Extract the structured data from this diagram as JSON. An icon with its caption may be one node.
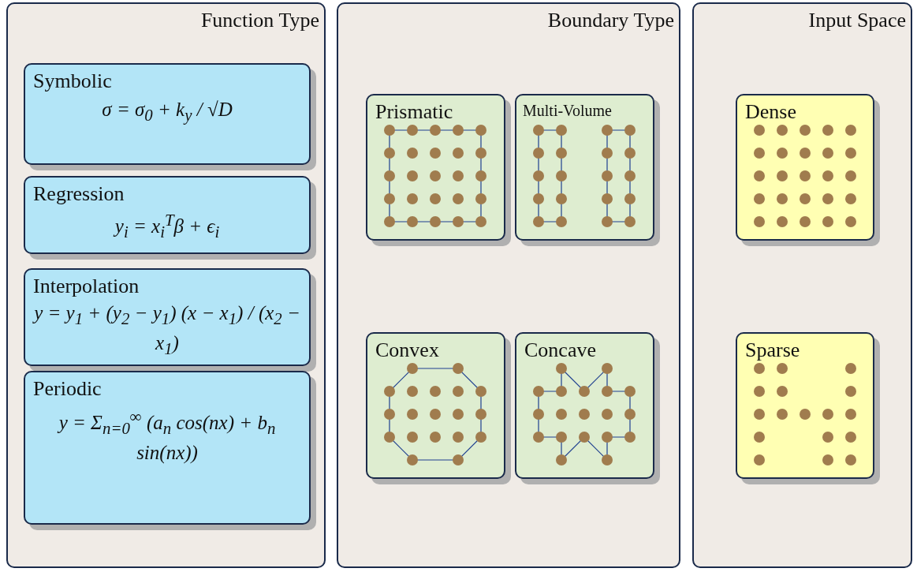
{
  "diagram": {
    "nodes": [
      {
        "text": [
          "Function Type"
        ]
      },
      {
        "text": [
          "Symbolic",
          "σ = σ$_{0}$ + k$_{y}$ / √D"
        ],
        "in": 0
      },
      {
        "text": [
          "Regression",
          "y$_{i}$ = x$_{i}$$^{T}$β + ϵ$_{i}$"
        ],
        "in": 0
      },
      {
        "text": [
          "Interpolation",
          "y = y$_{1}$ + (y$_{2}$ − y$_{1}$) (x − x$_{1}$) / (x$_{2}$ − x$_{1}$)"
        ],
        "in": 0
      },
      {
        "text": [
          "Periodic",
          "y = Σ$_{n=0}$$^{∞}$ (a$_{n}$ cos(nx) + b$_{n}$ sin(nx))"
        ],
        "in": 0
      },
      {
        "text": [
          "Boundary Type"
        ]
      },
      {
        "text": [
          "Prismatic"
        ],
        "in": 5
      },
      {
        "text": [
          "Multi-Volume"
        ],
        "in": 5
      },
      {
        "text": [
          "Convex"
        ],
        "in": 5
      },
      {
        "text": [
          "Concave"
        ],
        "in": 5
      },
      {
        "text": [
          "Input Space"
        ]
      },
      {
        "text": [
          "Dense"
        ],
        "in": 10
      },
      {
        "text": [
          "Sparse"
        ],
        "in": 10
      }
    ],
    "edges": []
  }
}
